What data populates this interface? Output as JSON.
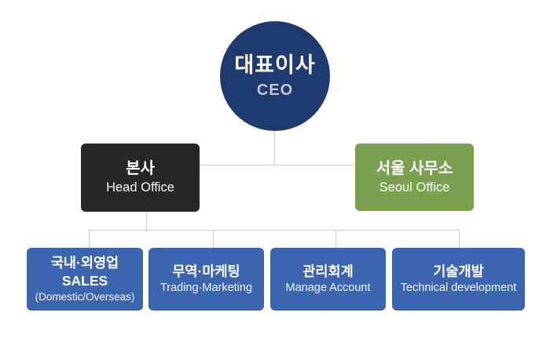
{
  "colors": {
    "background": "#ffffff",
    "ceo_circle": "#1e3a6e",
    "head_office_box": "#272727",
    "seoul_office_box": "#7ba150",
    "department_box": "#3b66af",
    "connector_line": "#cccccc",
    "node_text": "#ffffff",
    "ceo_subtitle_text": "#c2c7d3"
  },
  "ceo": {
    "title": "대표이사",
    "subtitle": "CEO"
  },
  "offices": [
    {
      "title": "본사",
      "subtitle": "Head Office"
    },
    {
      "title": "서울 사무소",
      "subtitle": "Seoul Office"
    }
  ],
  "departments": [
    {
      "title": "국내·외영업",
      "subtitle": "SALES",
      "note": "(Domestic/Overseas)"
    },
    {
      "title": "무역·마케팅",
      "subtitle": "Trading·Marketing"
    },
    {
      "title": "관리회계",
      "subtitle": "Manage Account"
    },
    {
      "title": "기술개발",
      "subtitle": "Technical development"
    }
  ]
}
